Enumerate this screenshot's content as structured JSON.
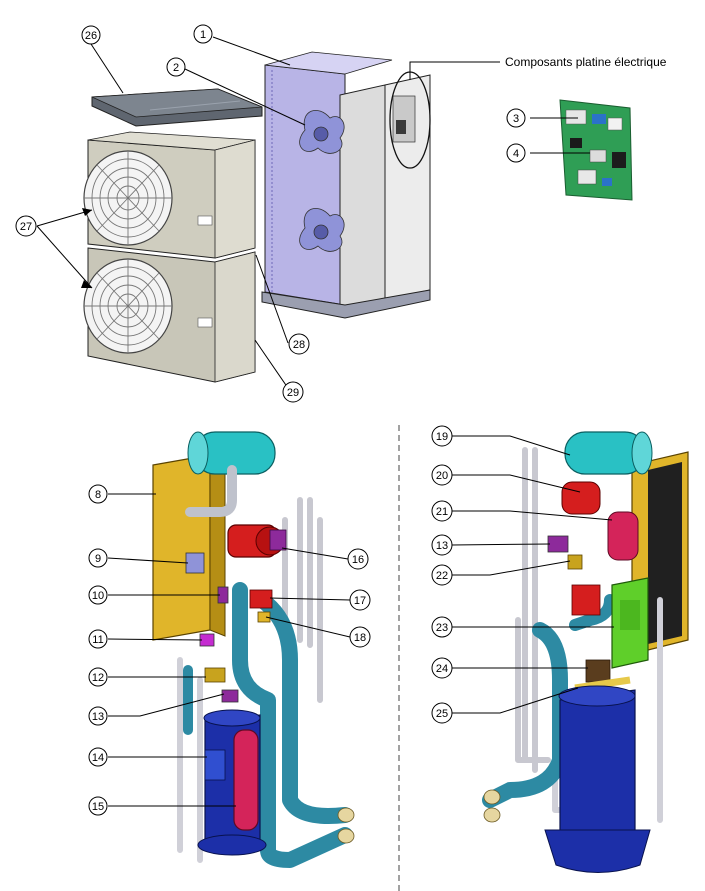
{
  "caption": "Composants platine électrique",
  "callouts": [
    {
      "num": "1"
    },
    {
      "num": "2"
    },
    {
      "num": "3"
    },
    {
      "num": "4"
    },
    {
      "num": "8"
    },
    {
      "num": "9"
    },
    {
      "num": "10"
    },
    {
      "num": "11"
    },
    {
      "num": "12"
    },
    {
      "num": "13"
    },
    {
      "num": "14"
    },
    {
      "num": "15"
    },
    {
      "num": "16"
    },
    {
      "num": "17"
    },
    {
      "num": "18"
    },
    {
      "num": "19"
    },
    {
      "num": "20"
    },
    {
      "num": "21"
    },
    {
      "num": "13"
    },
    {
      "num": "22"
    },
    {
      "num": "23"
    },
    {
      "num": "24"
    },
    {
      "num": "25"
    },
    {
      "num": "26"
    },
    {
      "num": "27"
    },
    {
      "num": "28"
    },
    {
      "num": "29"
    }
  ],
  "colors": {
    "outline": "#222222",
    "panel_grey": "#cfcdbf",
    "frame_lavender": "#b8b4e6",
    "fan_blue": "#8f93d8",
    "pcb_green": "#2f9e55",
    "copper_teal": "#2d8aa3",
    "tank_cyan": "#29c1c4",
    "exchanger_gold": "#e0b52a",
    "pump_red": "#d51e1e",
    "compressor_navy": "#1c2fa8",
    "accumulator_red": "#d4245a",
    "valve_purple": "#8d2a9b",
    "drive_green": "#5fcf2a"
  }
}
